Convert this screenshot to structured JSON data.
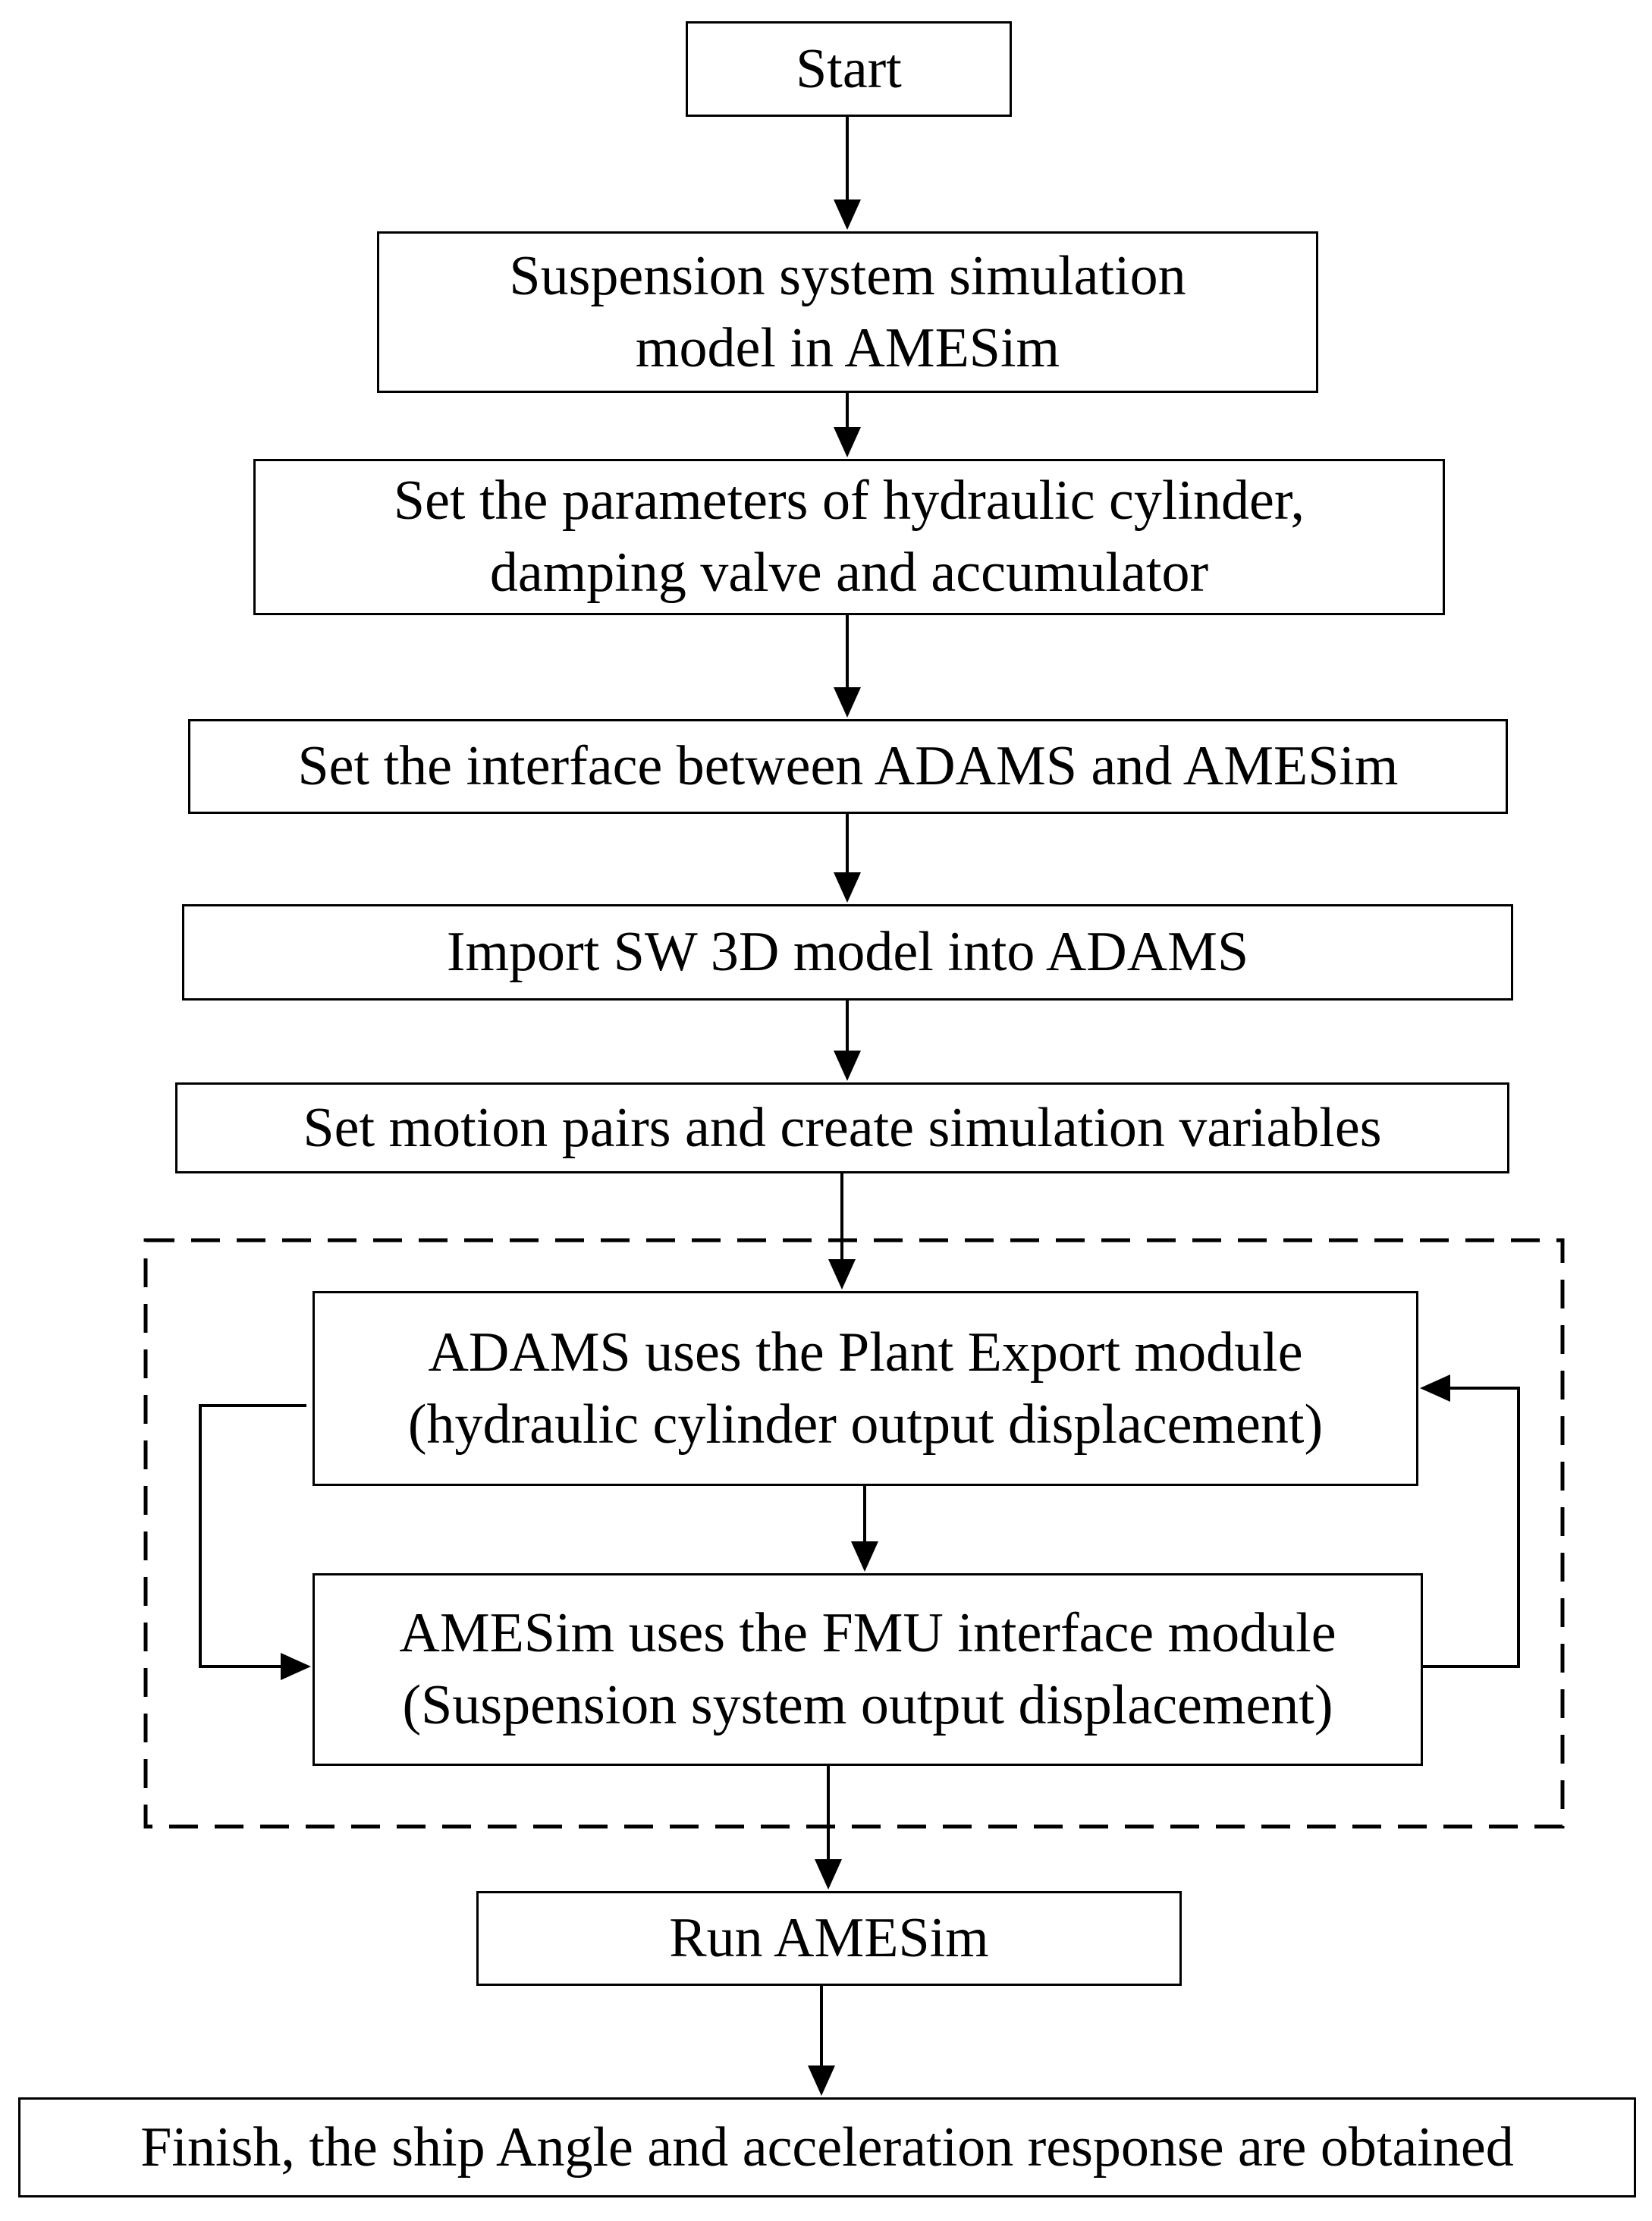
{
  "flowchart": {
    "nodes": [
      {
        "id": "start",
        "lines": [
          "Start"
        ]
      },
      {
        "id": "suspension-model",
        "lines": [
          "Suspension system simulation",
          "model in AMESim"
        ]
      },
      {
        "id": "set-parameters",
        "lines": [
          "Set the parameters of hydraulic cylinder,",
          "damping valve and accumulator"
        ]
      },
      {
        "id": "set-interface",
        "lines": [
          "Set the interface between ADAMS and AMESim"
        ]
      },
      {
        "id": "import-model",
        "lines": [
          "Import SW 3D model into ADAMS"
        ]
      },
      {
        "id": "set-motion",
        "lines": [
          "Set motion pairs and create simulation variables"
        ]
      },
      {
        "id": "adams-plant-export",
        "lines": [
          "ADAMS uses the Plant Export module",
          "(hydraulic cylinder output displacement)"
        ]
      },
      {
        "id": "amesim-fmu",
        "lines": [
          "AMESim uses the FMU interface module",
          "(Suspension system output displacement)"
        ]
      },
      {
        "id": "run-amesim",
        "lines": [
          "Run AMESim"
        ]
      },
      {
        "id": "finish",
        "lines": [
          "Finish, the ship Angle and acceleration response are obtained"
        ]
      }
    ],
    "edges": [
      {
        "from": "start",
        "to": "suspension-model"
      },
      {
        "from": "suspension-model",
        "to": "set-parameters"
      },
      {
        "from": "set-parameters",
        "to": "set-interface"
      },
      {
        "from": "set-interface",
        "to": "import-model"
      },
      {
        "from": "import-model",
        "to": "set-motion"
      },
      {
        "from": "set-motion",
        "to": "adams-plant-export"
      },
      {
        "from": "adams-plant-export",
        "to": "amesim-fmu"
      },
      {
        "from": "adams-plant-export",
        "to": "amesim-fmu",
        "route": "left-loop"
      },
      {
        "from": "amesim-fmu",
        "to": "adams-plant-export",
        "route": "right-loop"
      },
      {
        "from": "amesim-fmu",
        "to": "run-amesim"
      },
      {
        "from": "run-amesim",
        "to": "finish"
      }
    ],
    "group": {
      "id": "co-simulation-group",
      "style": "dashed",
      "contains": [
        "adams-plant-export",
        "amesim-fmu"
      ]
    }
  }
}
